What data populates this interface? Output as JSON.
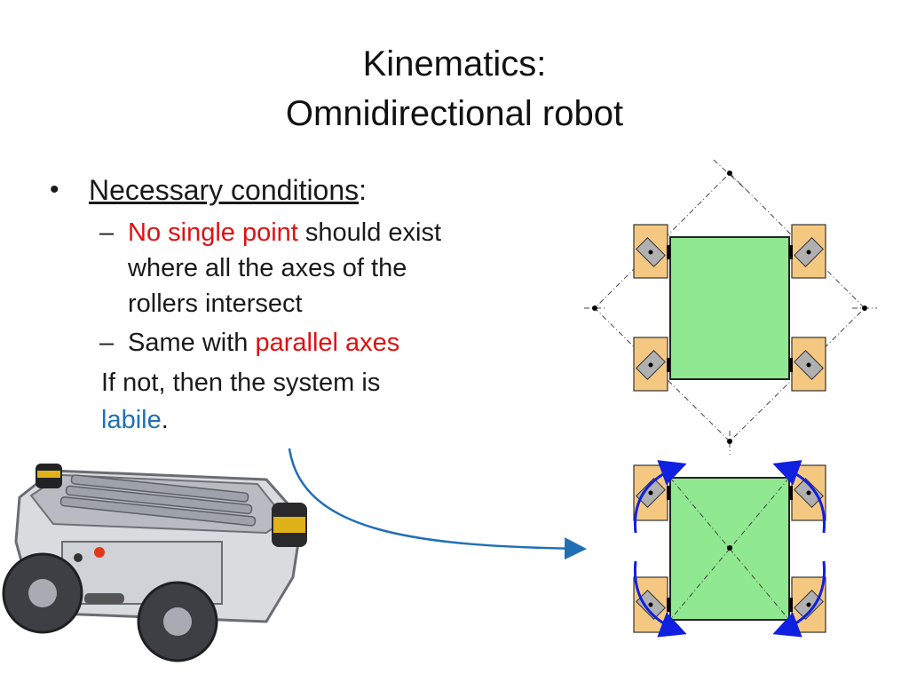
{
  "slide": {
    "title_line1": "Kinematics:",
    "title_line2": "Omnidirectional robot"
  },
  "bullet": {
    "main": "Necessary conditions",
    "main_suffix": ":",
    "sub1_highlight": "No single point",
    "sub1_rest_a": " should exist",
    "sub1_rest_b": "where all the axes of the",
    "sub1_rest_c": "rollers intersect",
    "sub2_prefix": "Same with ",
    "sub2_highlight": "parallel axes",
    "conclusion_a": "If not, then the system is",
    "conclusion_b": "labile",
    "conclusion_end": "."
  },
  "colors": {
    "highlight_red": "#e01010",
    "highlight_blue": "#1f6fb5",
    "body_green": "#90e890",
    "wheel_orange": "#f5c882",
    "arrow_blue": "#1020e0"
  }
}
